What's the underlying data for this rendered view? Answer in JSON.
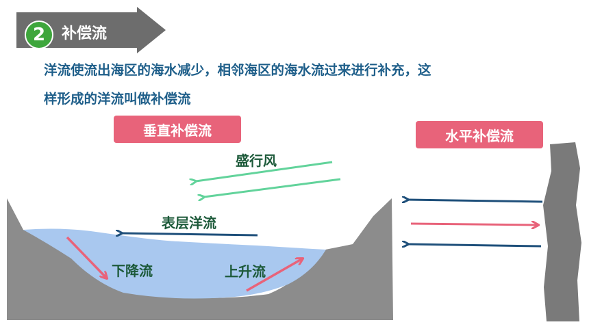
{
  "header": {
    "step_number": "2",
    "title": "补偿流"
  },
  "description": {
    "line1": "洋流使流出海区的海水减少，相邻海区的海水流过来进行补充，这",
    "line2": "样形成的洋流叫做补偿流"
  },
  "tags": {
    "vertical": "垂直补偿流",
    "horizontal": "水平补偿流"
  },
  "labels": {
    "wind": "盛行风",
    "surface_current": "表层洋流",
    "downwelling": "下降流",
    "upwelling": "上升流"
  },
  "colors": {
    "accent_green": "#3ea63c",
    "header_arrow": "#6d6d6d",
    "text_blue": "#1f5f8a",
    "tag_pink": "#e8637a",
    "label_green": "#1d5a3a",
    "wind_arrow": "#62d39b",
    "current_arrow": "#1e4f7a",
    "flow_arrow_pink": "#e8637a",
    "water": "#a9c8ef",
    "land": "#8c8c8c"
  }
}
